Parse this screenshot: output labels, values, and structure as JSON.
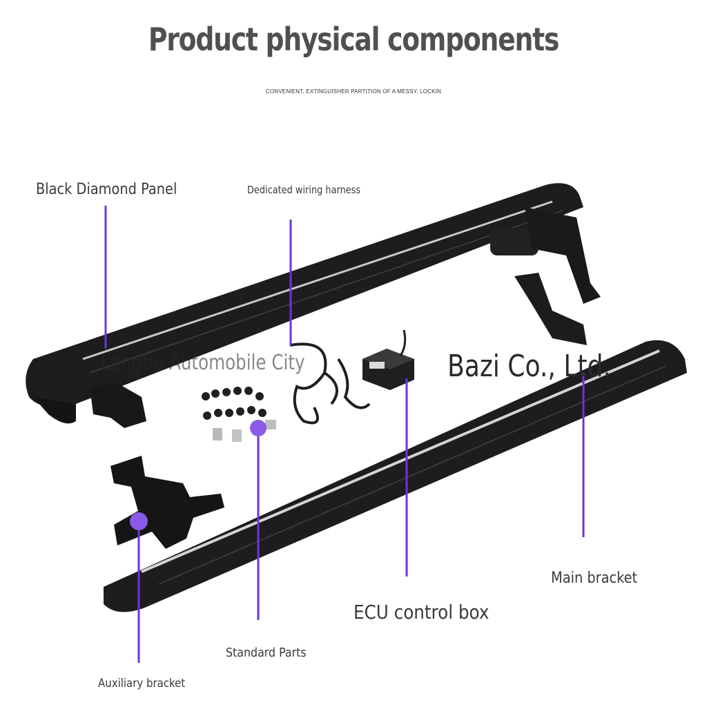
{
  "title": "Product physical components",
  "subtitle": "CONVENIENT, EXTINGUISHER PARTITION OF A MESSY, LOCKIN",
  "labels": {
    "black_diamond_panel": "Black Diamond Panel",
    "wiring_harness": "Dedicated wiring harness",
    "main_bracket": "Main bracket",
    "ecu_control_box": "ECU control box",
    "standard_parts": "Standard Parts",
    "auxiliary_bracket": "Auxiliary bracket"
  },
  "watermarks": {
    "left": "Langbu Automobile City",
    "right": "Bazi Co., Ltd."
  },
  "colors": {
    "callout_line": "#6a35d9",
    "callout_dot": "#8a5ae8",
    "board": "#1d1d1f",
    "trim": "#c9c9c9",
    "text": "#3a3a3a"
  }
}
